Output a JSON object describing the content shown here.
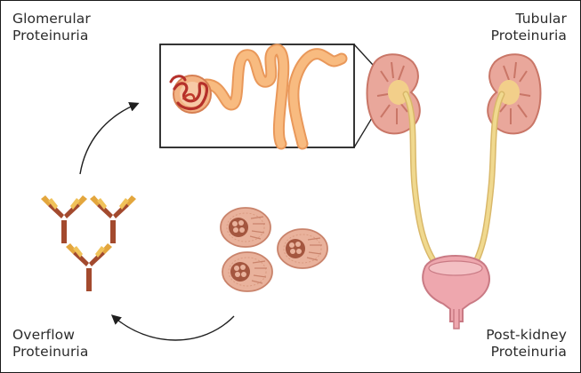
{
  "labels": {
    "glomerular": {
      "line1": "Glomerular",
      "line2": "Proteinuria"
    },
    "tubular": {
      "line1": "Tubular",
      "line2": "Proteinuria"
    },
    "overflow": {
      "line1": "Overflow",
      "line2": "Proteinuria"
    },
    "post_kidney": {
      "line1": "Post-kidney",
      "line2": "Proteinuria"
    }
  },
  "colors": {
    "kidney_fill": "#e9a79b",
    "kidney_outline": "#c97667",
    "tubule": "#f5b06e",
    "glomerulus": "#c0392b",
    "ureter": "#efd38c",
    "bladder": "#eea7ae",
    "antibody_light": "#e3a63d",
    "antibody_dark": "#a34a2e",
    "cell": "#e3a58e"
  }
}
